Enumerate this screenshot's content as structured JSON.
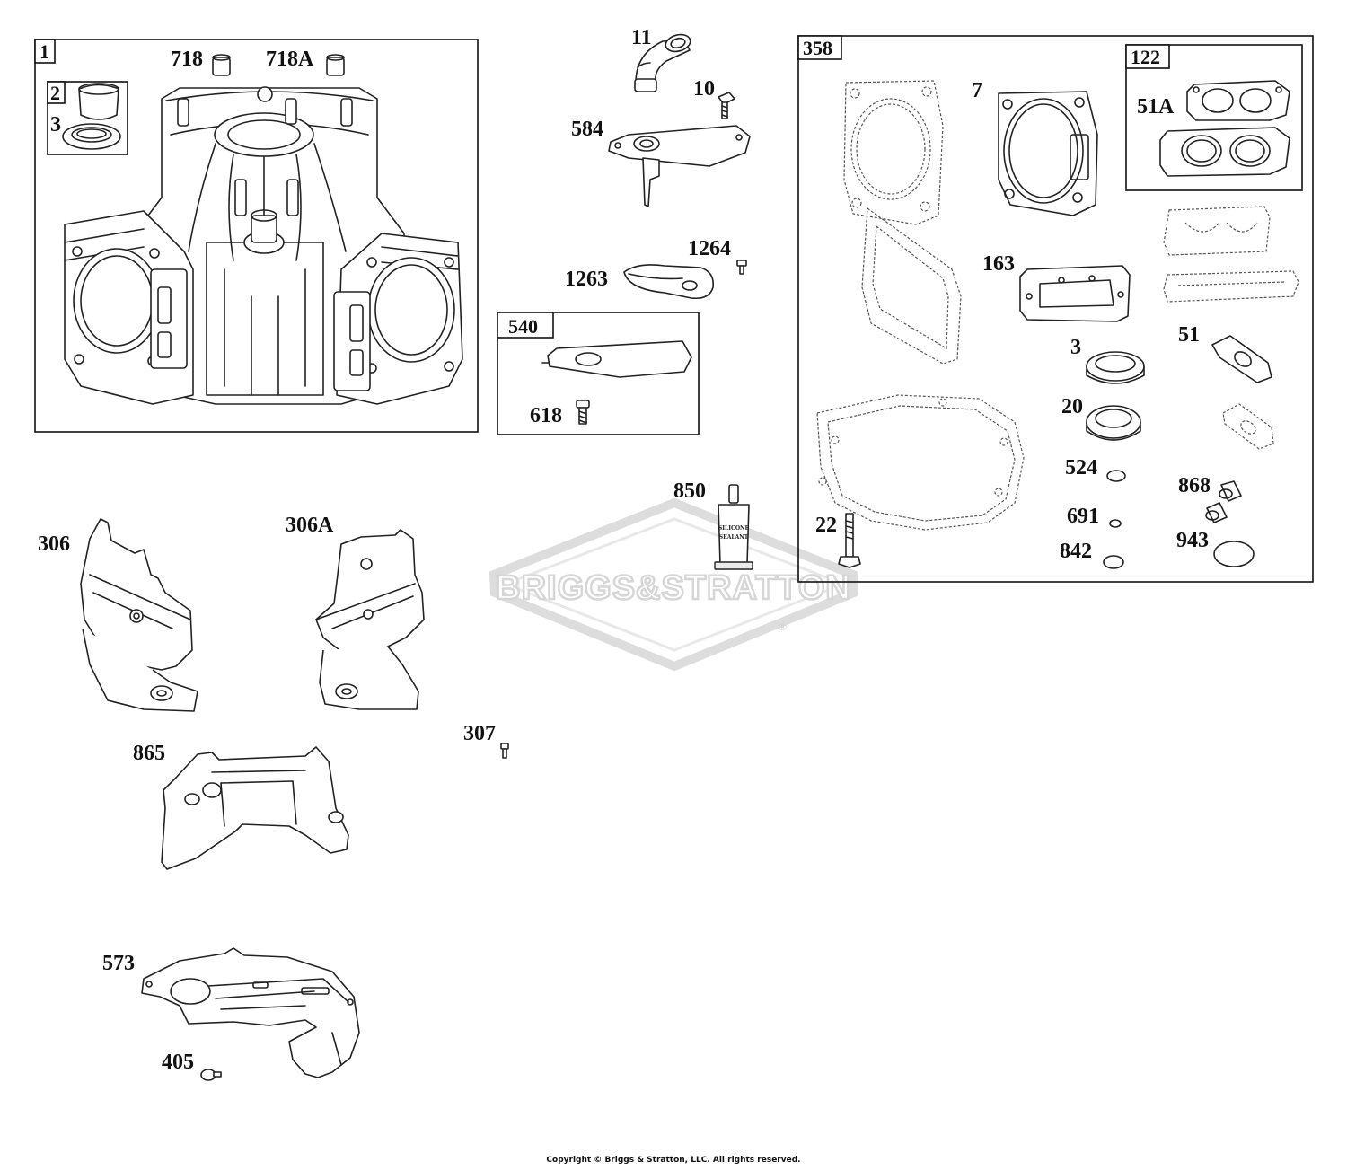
{
  "brand_watermark": "BRIGGS&STRATTON",
  "brand_mark": "®",
  "copyright": "Copyright © Briggs & Stratton, LLC. All rights reserved.",
  "tube_text": [
    "SILICONE",
    "SEALANT"
  ],
  "boxes": {
    "b1": "1",
    "b2": "2",
    "b540": "540",
    "b358": "358",
    "b122": "122"
  },
  "labels": {
    "p718": "718",
    "p718A": "718A",
    "p3a": "3",
    "p11": "11",
    "p10": "10",
    "p584": "584",
    "p1264": "1264",
    "p1263": "1263",
    "p618": "618",
    "p850": "850",
    "p7": "7",
    "p51A": "51A",
    "p163": "163",
    "p3b": "3",
    "p51": "51",
    "p20": "20",
    "p524": "524",
    "p868": "868",
    "p22": "22",
    "p691": "691",
    "p943": "943",
    "p842": "842",
    "p306": "306",
    "p306A": "306A",
    "p307": "307",
    "p865": "865",
    "p573": "573",
    "p405": "405"
  }
}
